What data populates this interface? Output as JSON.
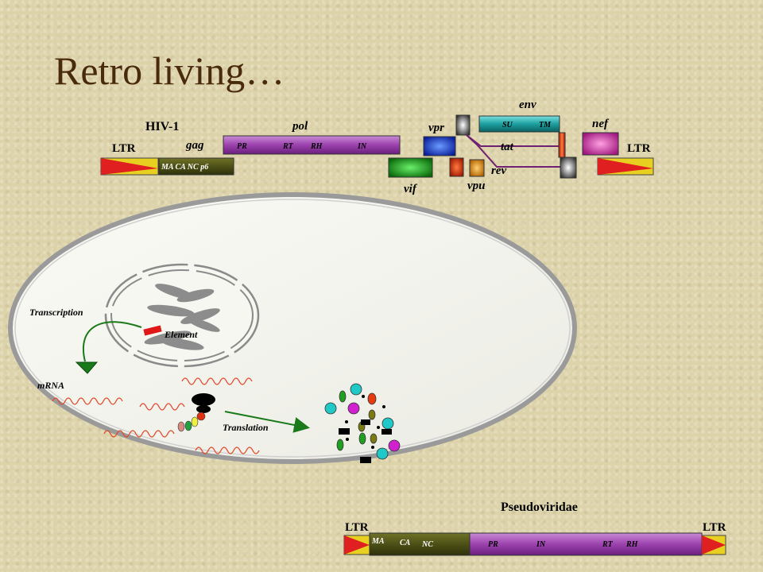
{
  "title": "Retro living…",
  "hiv": {
    "name": "HIV-1",
    "ltr_left": "LTR",
    "ltr_right": "LTR",
    "gag": {
      "label": "gag",
      "domains": "MA  CA  NC  p6"
    },
    "pol": {
      "label": "pol",
      "domains": [
        "PR",
        "RT",
        "RH",
        "IN"
      ]
    },
    "vif": "vif",
    "vpr": "vpr",
    "vpu": "vpu",
    "tat": "tat",
    "rev": "rev",
    "env": {
      "label": "env",
      "domains": [
        "SU",
        "TM"
      ]
    },
    "nef": "nef"
  },
  "cell": {
    "transcription": "Transcription",
    "element": "Element",
    "mrna": "mRNA",
    "translation": "Translation"
  },
  "pseudo": {
    "name": "Pseudoviridae",
    "ltr_left": "LTR",
    "ltr_right": "LTR",
    "gag_domains": [
      "MA",
      "CA",
      "NC"
    ],
    "pol_domains": [
      "PR",
      "IN",
      "RT",
      "RH"
    ]
  },
  "colors": {
    "title": "#4a2a0c",
    "gag_box": "#55581a",
    "pol_box": "#a04cb0",
    "vif_box": "#1e8a1e",
    "vpr_box": "#2244cc",
    "env_box": "#1ea0a0",
    "nef_box": "#c040a0",
    "ltr_red": "#e02020",
    "ltr_yellow": "#e8d020",
    "purple_line": "#702070",
    "green_arrow": "#1a7a1a"
  }
}
